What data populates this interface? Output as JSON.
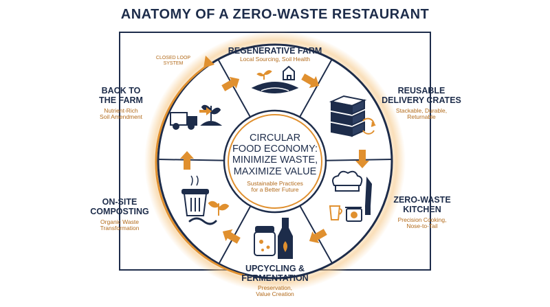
{
  "title": "ANATOMY OF A ZERO-WASTE RESTAURANT",
  "center": {
    "title_lines": [
      "CIRCULAR",
      "FOOD ECONOMY:",
      "MINIMIZE WASTE,",
      "MAXIMIZE VALUE"
    ],
    "sub_lines": [
      "Sustainable Practices",
      "for a Better Future"
    ]
  },
  "loop_label": [
    "CLOSED LOOP",
    "SYSTEM"
  ],
  "stages": {
    "regenerative_farm": {
      "title_lines": [
        "REGENERATIVE FARM"
      ],
      "sub_lines": [
        "Local Sourcing, Soil Health"
      ]
    },
    "reusable_crates": {
      "title_lines": [
        "REUSABLE",
        "DELIVERY CRATES"
      ],
      "sub_lines": [
        "Stackable, Durable,",
        "Returnable"
      ]
    },
    "zero_waste_kitchen": {
      "title_lines": [
        "ZERO-WASTE",
        "KITCHEN"
      ],
      "sub_lines": [
        "Precision Cooking,",
        "Nose-to-Tail"
      ]
    },
    "upcycling": {
      "title_lines": [
        "UPCYCLING &",
        "FERMENTATION"
      ],
      "sub_lines": [
        "Preservation,",
        "Value Creation"
      ]
    },
    "composting": {
      "title_lines": [
        "ON-SITE",
        "COMPOSTING"
      ],
      "sub_lines": [
        "Organic Waste",
        "Transformation"
      ]
    },
    "back_to_farm": {
      "title_lines": [
        "BACK TO",
        "THE FARM"
      ],
      "sub_lines": [
        "Nutrient-Rich",
        "Soil Amendment"
      ]
    }
  },
  "colors": {
    "navy": "#1d2c4a",
    "orange": "#e0902f",
    "label_orange": "#b26a1a",
    "glow": "#f6c98a"
  }
}
